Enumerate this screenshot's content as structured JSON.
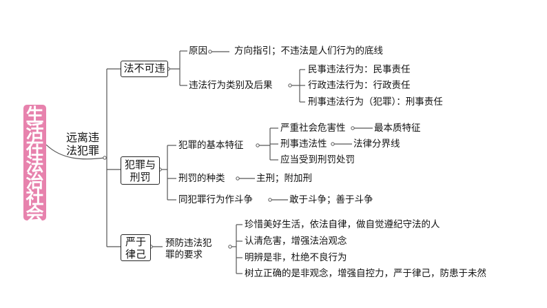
{
  "root": {
    "chars": [
      "生",
      "活",
      "在",
      "法",
      "治",
      "社",
      "会"
    ]
  },
  "branch": {
    "line1": "远离违",
    "line2": "法犯罪"
  },
  "sections": {
    "s1": {
      "title": "法不可违",
      "cause_label": "原因",
      "cause_value": "方向指引；不违法是人们行为的底线",
      "types_label": "违法行为类别及后果",
      "types": [
        "民事违法行为：民事责任",
        "行政违法行为：行政责任",
        "刑事违法行为（犯罪）：刑事责任"
      ]
    },
    "s2": {
      "title_line1": "犯罪与",
      "title_line2": "刑罚",
      "features_label": "犯罪的基本特征",
      "f1_label": "严重社会危害性",
      "f1_value": "最本质特征",
      "f2_label": "刑事违法性",
      "f2_value": "法律分界线",
      "f3_label": "应当受到刑罚处罚",
      "punish_label": "刑罚的种类",
      "punish_value": "主刑；附加刑",
      "fight_label": "同犯罪行为作斗争",
      "fight_value": "敢于斗争；善于斗争"
    },
    "s3": {
      "title_line1": "严于",
      "title_line2": "律己",
      "req_line1": "预防违法犯",
      "req_line2": "罪的要求",
      "items": [
        "珍惜美好生活，依法自律，做自觉遵纪守法的人",
        "认清危害，增强法治观念",
        "明辨是非，杜绝不良行为",
        "树立正确的是非观念，增强自控力，严于律己，防患于未然"
      ]
    }
  }
}
